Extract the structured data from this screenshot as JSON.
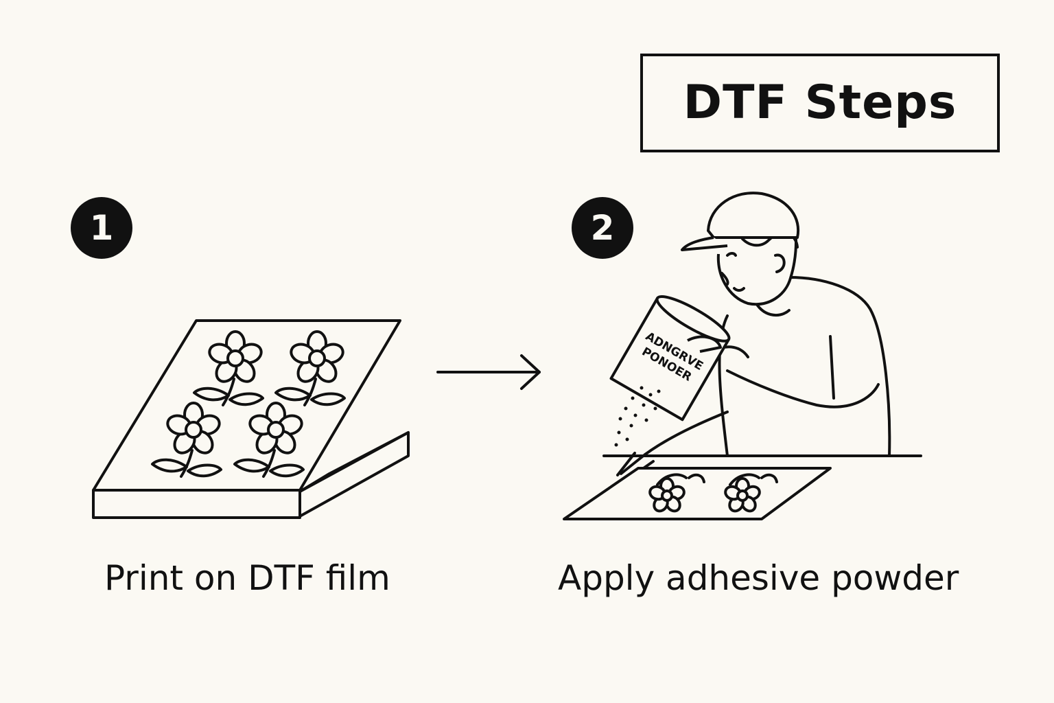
{
  "title": "DTF Steps",
  "steps": [
    {
      "number": "1",
      "caption": "Print on DTF film"
    },
    {
      "number": "2",
      "caption": "Apply adhesive powder"
    }
  ],
  "can_label": {
    "line1": "ADNGRVE",
    "line2": "PONOER"
  },
  "icons": {
    "arrow": "right-arrow-icon",
    "film": "printed-film-icon",
    "worker": "worker-pouring-powder-icon"
  },
  "colors": {
    "ink": "#111111",
    "background": "#fbf9f3"
  }
}
